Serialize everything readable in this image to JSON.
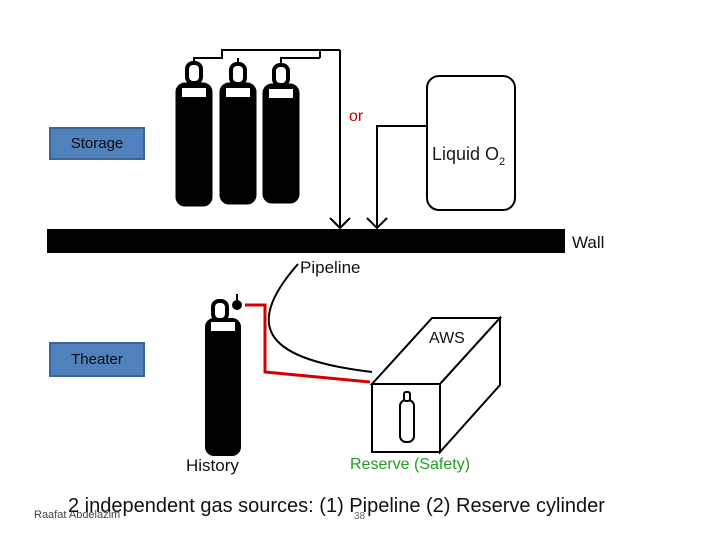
{
  "labels": {
    "storage": "Storage",
    "theater": "Theater",
    "or": "or",
    "liquid": "Liquid O",
    "liquid_sub": "2",
    "wall": "Wall",
    "pipeline": "Pipeline",
    "aws": "AWS",
    "history": "History",
    "reserve": "Reserve (Safety)"
  },
  "footer": {
    "caption": "2 independent gas sources:  (1) Pipeline (2) Reserve cylinder",
    "author": "Raafat Abdelazim",
    "page": "38"
  },
  "colors": {
    "label_box": "#4f81bd",
    "or_text": "#c00000",
    "reserve_text": "#1e9e1e",
    "reserve_line": "#d40000"
  }
}
